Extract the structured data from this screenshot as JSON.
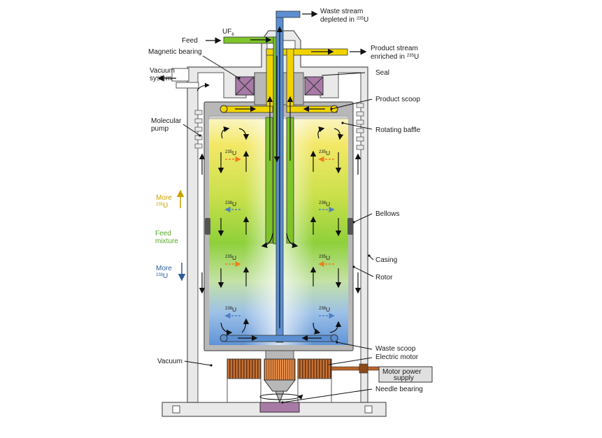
{
  "labels": {
    "waste_stream_line1": "Waste stream",
    "waste_stream_line2": "depleted in",
    "feed": "Feed",
    "uf6_base": "UF",
    "uf6_sub": "6",
    "magnetic_bearing": "Magnetic bearing",
    "product_stream_line1": "Product stream",
    "product_stream_line2": "enriched in",
    "vacuum_system_line1": "Vacuum",
    "vacuum_system_line2": "system",
    "seal": "Seal",
    "product_scoop": "Product scoop",
    "molecular_pump_line1": "Molecular",
    "molecular_pump_line2": "pump",
    "rotating_baffle": "Rotating baffle",
    "bellows": "Bellows",
    "casing": "Casing",
    "rotor": "Rotor",
    "waste_scoop": "Waste scoop",
    "electric_motor": "Electric motor",
    "vacuum": "Vacuum",
    "motor_power_line1": "Motor power",
    "motor_power_line2": "supply",
    "needle_bearing": "Needle bearing"
  },
  "legend": {
    "more_235_word": "More",
    "more_238_word": "More",
    "feed_mixture_line1": "Feed",
    "feed_mixture_line2": "mixture"
  },
  "isotopes": {
    "u235_mass": "235",
    "u238_mass": "238",
    "element": "U"
  },
  "colors": {
    "yellow": "#f0d400",
    "green": "#7ec42a",
    "blue": "#5b8fd1",
    "orange": "#f07c1e",
    "casing": "#e9e9e9",
    "rotor_shell": "#b8b8b8",
    "bearing": "#a87aa6",
    "motor_copper": "#b8642a",
    "legend_yellow": "#c9a100",
    "legend_green": "#5aa52a",
    "legend_blue": "#2f5e99"
  }
}
